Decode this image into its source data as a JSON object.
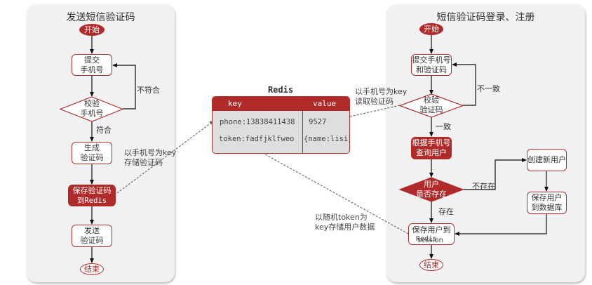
{
  "left_panel": {
    "title": "发送短信验证码",
    "start": "开始",
    "submit_phone": "提交\n手机号",
    "validate_phone": "校验\n手机号",
    "mismatch_label": "不符合",
    "match_label": "符合",
    "generate_code": "生成\n验证码",
    "save_code_line1": "保存验证码",
    "save_code_line2": "到Redis",
    "send_code": "发送\n验证码",
    "end": "结束"
  },
  "redis": {
    "title": "Redis",
    "columns": [
      "key",
      "value"
    ],
    "rows": [
      {
        "key": "phone:13838411438",
        "value": "9527"
      },
      {
        "key": "token:fadfjklfweo",
        "value": "{name:lisi}"
      }
    ]
  },
  "annotations": {
    "store_code": "以手机号为key\n存储验证码",
    "read_code": "以手机号为key\n读取验证码",
    "store_user": "以随机token为\nkey存储用户数据"
  },
  "right_panel": {
    "title": "短信验证码登录、注册",
    "start": "开始",
    "submit": "提交手机号\n和验证码",
    "validate_code": "校验\n验证码",
    "mismatch_label": "不一致",
    "match_label": "一致",
    "query_user": "根据手机号\n查询用户",
    "user_exists": "用户\n是否存在",
    "not_exists_label": "不存在",
    "exists_label": "存在",
    "create_user": "创建新用户",
    "save_user_db": "保存用户\n到数据库",
    "save_user_line1": "保存用户到",
    "save_user_old": "session",
    "save_user_new": "Redis",
    "end": "结束"
  },
  "colors": {
    "accent": "#b12a2a",
    "panel_bg": "#f1f1f1",
    "redis_cell_bg": "#dedede"
  }
}
